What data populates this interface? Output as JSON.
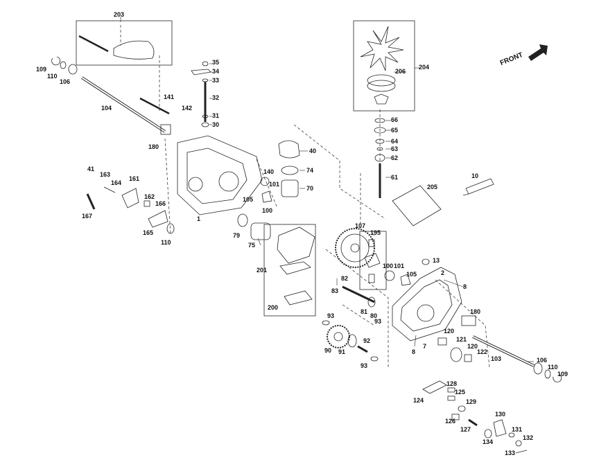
{
  "front_label": "FRONT",
  "callouts": [
    {
      "id": "c203",
      "text": "203"
    },
    {
      "id": "c109a",
      "text": "109"
    },
    {
      "id": "c110a",
      "text": "110"
    },
    {
      "id": "c106a",
      "text": "106"
    },
    {
      "id": "c104",
      "text": "104"
    },
    {
      "id": "c141",
      "text": "141"
    },
    {
      "id": "c142",
      "text": "142"
    },
    {
      "id": "c180a",
      "text": "180"
    },
    {
      "id": "c35",
      "text": "35"
    },
    {
      "id": "c34",
      "text": "34"
    },
    {
      "id": "c33",
      "text": "33"
    },
    {
      "id": "c32",
      "text": "32"
    },
    {
      "id": "c31",
      "text": "31"
    },
    {
      "id": "c30",
      "text": "30"
    },
    {
      "id": "c206",
      "text": "206"
    },
    {
      "id": "c204",
      "text": "204"
    },
    {
      "id": "c66",
      "text": "66"
    },
    {
      "id": "c65",
      "text": "65"
    },
    {
      "id": "c64",
      "text": "64"
    },
    {
      "id": "c63",
      "text": "63"
    },
    {
      "id": "c62",
      "text": "62"
    },
    {
      "id": "c61",
      "text": "61"
    },
    {
      "id": "c40",
      "text": "40"
    },
    {
      "id": "c74",
      "text": "74"
    },
    {
      "id": "c70",
      "text": "70"
    },
    {
      "id": "c140",
      "text": "140"
    },
    {
      "id": "c101a",
      "text": "101"
    },
    {
      "id": "c105a",
      "text": "105"
    },
    {
      "id": "c100a",
      "text": "100"
    },
    {
      "id": "c1",
      "text": "1"
    },
    {
      "id": "c41",
      "text": "41"
    },
    {
      "id": "c163",
      "text": "163"
    },
    {
      "id": "c164",
      "text": "164"
    },
    {
      "id": "c161",
      "text": "161"
    },
    {
      "id": "c167",
      "text": "167"
    },
    {
      "id": "c162",
      "text": "162"
    },
    {
      "id": "c166",
      "text": "166"
    },
    {
      "id": "c165",
      "text": "165"
    },
    {
      "id": "c110b",
      "text": "110"
    },
    {
      "id": "c79",
      "text": "79"
    },
    {
      "id": "c75",
      "text": "75"
    },
    {
      "id": "c201",
      "text": "201"
    },
    {
      "id": "c200",
      "text": "200"
    },
    {
      "id": "c107",
      "text": "107"
    },
    {
      "id": "c195",
      "text": "195"
    },
    {
      "id": "c100b",
      "text": "100"
    },
    {
      "id": "c101b",
      "text": "101"
    },
    {
      "id": "c105b",
      "text": "105"
    },
    {
      "id": "c83",
      "text": "83"
    },
    {
      "id": "c82",
      "text": "82"
    },
    {
      "id": "c81",
      "text": "81"
    },
    {
      "id": "c80",
      "text": "80"
    },
    {
      "id": "c93a",
      "text": "93"
    },
    {
      "id": "c93b",
      "text": "93"
    },
    {
      "id": "c90",
      "text": "90"
    },
    {
      "id": "c91",
      "text": "91"
    },
    {
      "id": "c92",
      "text": "92"
    },
    {
      "id": "c93c",
      "text": "93"
    },
    {
      "id": "c205",
      "text": "205"
    },
    {
      "id": "c10",
      "text": "10"
    },
    {
      "id": "c13",
      "text": "13"
    },
    {
      "id": "c2",
      "text": "2"
    },
    {
      "id": "c8a",
      "text": "8"
    },
    {
      "id": "c180b",
      "text": "180"
    },
    {
      "id": "c120a",
      "text": "120"
    },
    {
      "id": "c121",
      "text": "121"
    },
    {
      "id": "c120b",
      "text": "120"
    },
    {
      "id": "c122",
      "text": "122"
    },
    {
      "id": "c7",
      "text": "7"
    },
    {
      "id": "c8b",
      "text": "8"
    },
    {
      "id": "c103",
      "text": "103"
    },
    {
      "id": "c106b",
      "text": "106"
    },
    {
      "id": "c110c",
      "text": "110"
    },
    {
      "id": "c109b",
      "text": "109"
    },
    {
      "id": "c128",
      "text": "128"
    },
    {
      "id": "c125",
      "text": "125"
    },
    {
      "id": "c124",
      "text": "124"
    },
    {
      "id": "c129",
      "text": "129"
    },
    {
      "id": "c126",
      "text": "126"
    },
    {
      "id": "c127",
      "text": "127"
    },
    {
      "id": "c130",
      "text": "130"
    },
    {
      "id": "c131",
      "text": "131"
    },
    {
      "id": "c132",
      "text": "132"
    },
    {
      "id": "c134",
      "text": "134"
    },
    {
      "id": "c133",
      "text": "133"
    }
  ]
}
